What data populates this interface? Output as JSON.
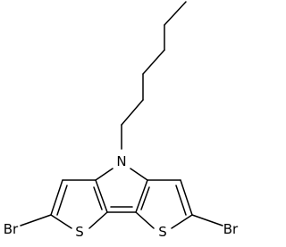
{
  "molecule": {
    "atoms": {
      "nitrogen": "N",
      "sulfur_left": "S",
      "sulfur_right": "S",
      "bromine_left": "Br",
      "bromine_right": "Br"
    },
    "line_color": "#000000",
    "background_color": "#ffffff"
  }
}
